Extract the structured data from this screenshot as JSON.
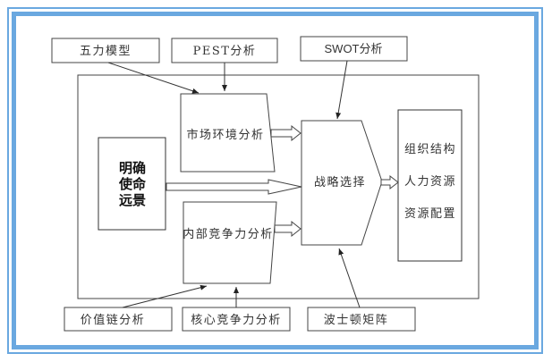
{
  "diagram": {
    "top_inputs": {
      "five_forces": "五力模型",
      "pest": "PEST分析",
      "swot": "SWOT分析"
    },
    "market_analysis": "市场环境分析",
    "internal_analysis": "内部竞争力分析",
    "mission": [
      "明确",
      "使命",
      "远景"
    ],
    "strategy": "战略选择",
    "outputs": [
      "组织结构",
      "人力资源",
      "资源配置"
    ],
    "bottom_inputs": {
      "value_chain": "价值链分析",
      "core_competence": "核心竞争力分析",
      "bcg": "波士顿矩阵"
    },
    "colors": {
      "frame_border": "#6aa8e0",
      "line": "#333333"
    }
  }
}
